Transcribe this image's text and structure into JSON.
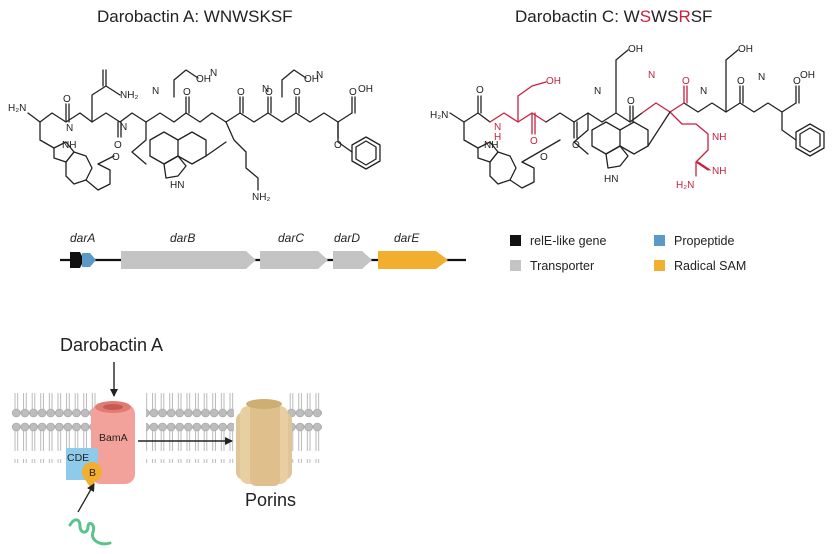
{
  "structures": {
    "a_title": "Darobactin A: WNWSKSF",
    "c_title_prefix": "Darobactin C: W",
    "c_title_s1": "S",
    "c_title_mid": "WS",
    "c_title_r": "R",
    "c_title_end": "SF",
    "atoms": {
      "h2n": "H₂N",
      "nh2": "NH₂",
      "oh": "OH",
      "o": "O",
      "h": "H",
      "n": "N",
      "nh": "NH",
      "hn": "HN"
    }
  },
  "gene_cluster": {
    "labels": [
      "darA",
      "darB",
      "darC",
      "darD",
      "darE"
    ]
  },
  "legend": {
    "items": [
      {
        "label": "relE-like gene",
        "color": "#111111"
      },
      {
        "label": "Propeptide",
        "color": "#5b9ac6"
      },
      {
        "label": "Transporter",
        "color": "#c4c4c4"
      },
      {
        "label": "Radical SAM",
        "color": "#f2ae2e"
      }
    ]
  },
  "membrane": {
    "darobactin_label": "Darobactin A",
    "bama_label": "BamA",
    "cde_label": "CDE",
    "b_label": "B",
    "porins_label": "Porins"
  },
  "colors": {
    "red": "#c8203f",
    "bama": "#f2a29a",
    "cde": "#8ecbea",
    "b_subunit": "#f2ae2e",
    "porin": "#e2c596",
    "peptide": "#5cc48a",
    "lipid": "#b9b9b9"
  }
}
